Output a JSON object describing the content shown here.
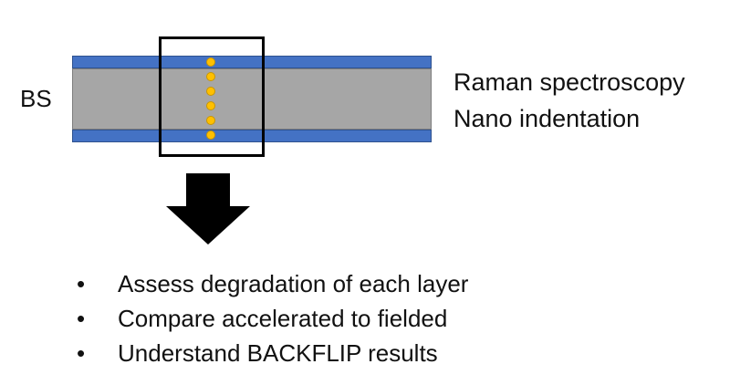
{
  "diagram": {
    "left_label": "BS",
    "techniques": [
      "Raman spectroscopy",
      "Nano indentation"
    ],
    "outcomes": [
      "Assess degradation of each layer",
      "Compare accelerated to fielded",
      "Understand BACKFLIP results"
    ],
    "bullet_symbol": "•",
    "colors": {
      "outer_layers": "#4472c4",
      "core_layer": "#a6a6a6",
      "measurement_points": "#ffc000",
      "sample_box": "#000000",
      "arrow": "#000000"
    },
    "measurement_point_count": 6
  }
}
